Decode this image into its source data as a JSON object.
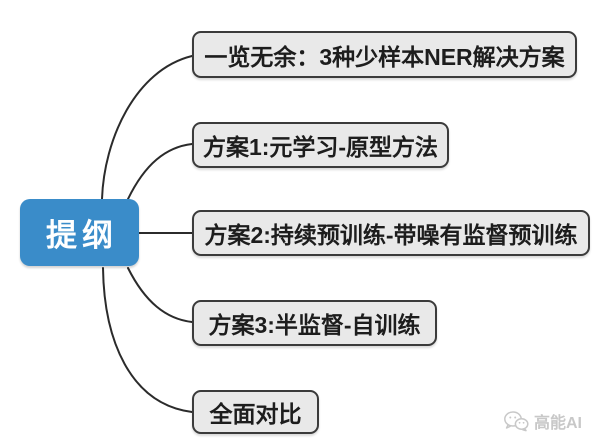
{
  "root": {
    "label": "提纲"
  },
  "branches": [
    {
      "label": "一览无余：3种少样本NER解决方案"
    },
    {
      "label": "方案1:元学习-原型方法"
    },
    {
      "label": "方案2:持续预训练-带噪有监督预训练"
    },
    {
      "label": "方案3:半监督-自训练"
    },
    {
      "label": "全面对比"
    }
  ],
  "watermark": {
    "icon": "wechat-icon",
    "text": "高能AI"
  },
  "colors": {
    "root_fill": "#3a8cc9",
    "root_text": "#ffffff",
    "branch_fill": "#e9e9e9",
    "branch_border": "#3b3b3b",
    "branch_text": "#1d1d1d",
    "connector": "#2b2b2b",
    "watermark_text": "#c8c8c8",
    "background": "#ffffff"
  }
}
